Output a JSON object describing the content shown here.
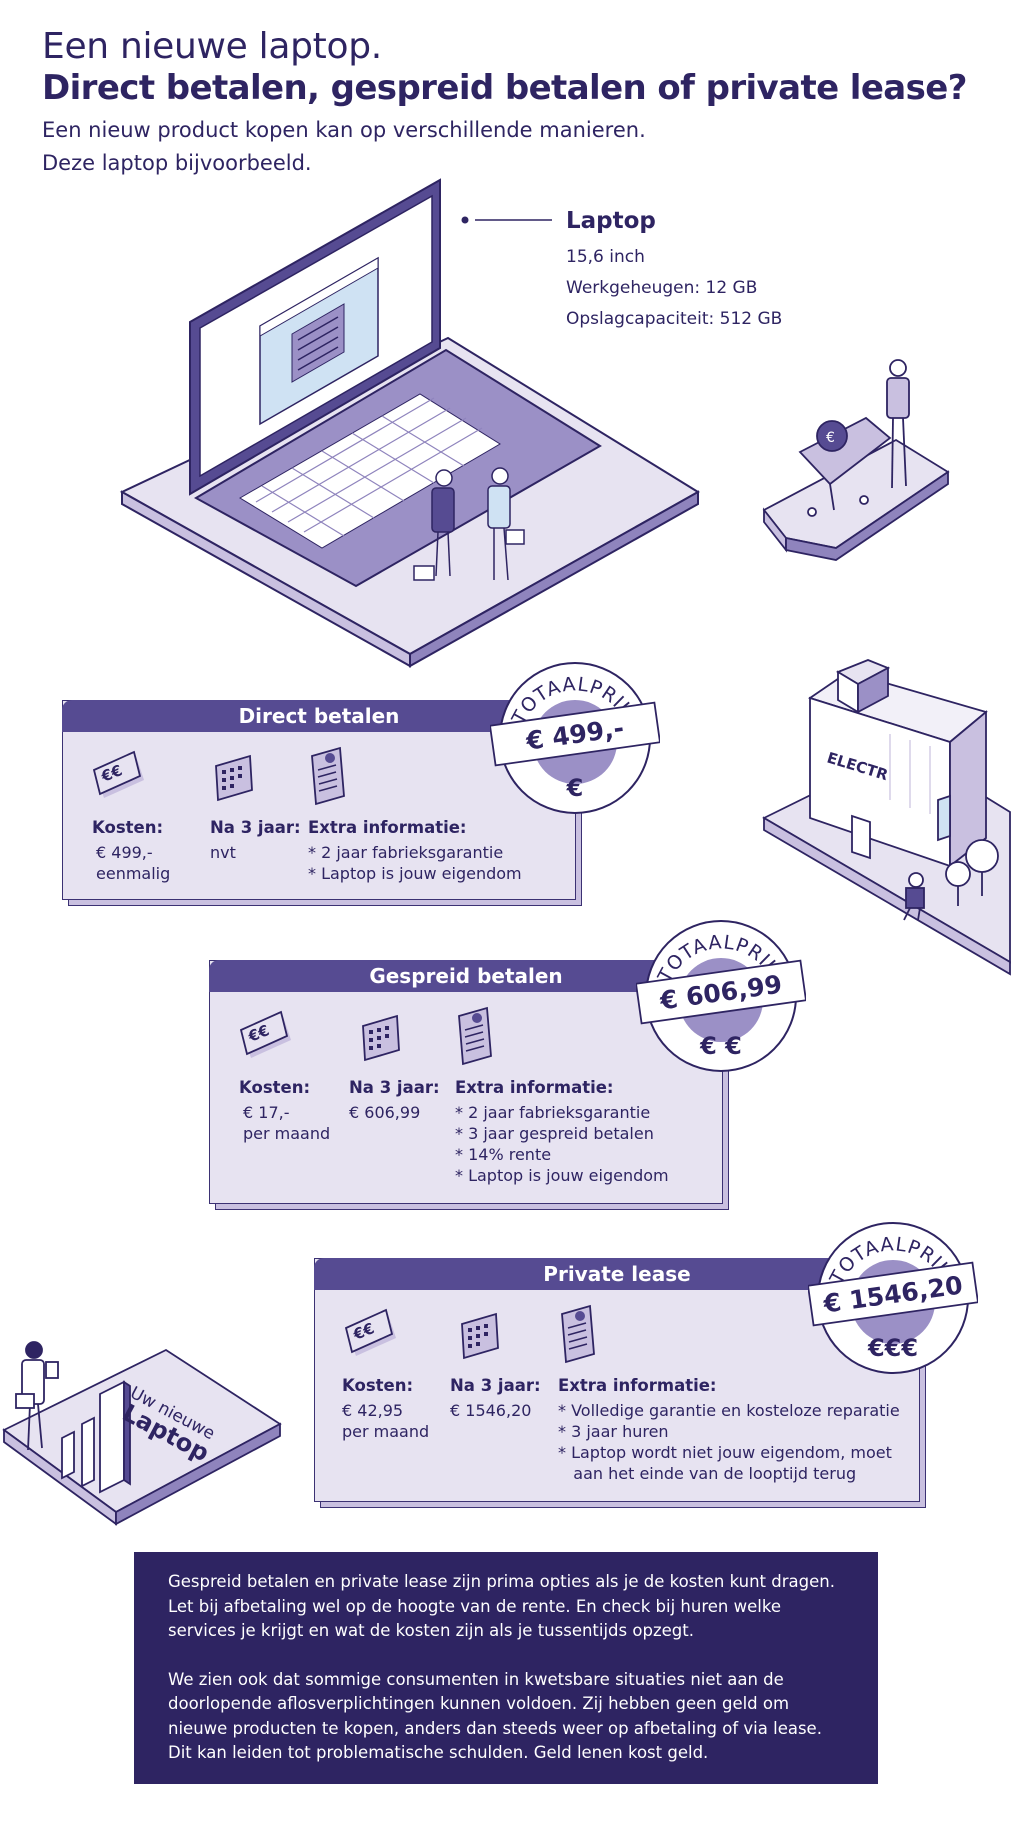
{
  "header": {
    "title_line1": "Een nieuwe laptop.",
    "title_line2": "Direct betalen, gespreid betalen of private lease?",
    "intro_line1": "Een nieuw product kopen kan op verschillende manieren.",
    "intro_line2": "Deze laptop bijvoorbeeld."
  },
  "laptop_specs": {
    "title": "Laptop",
    "lines": [
      "15,6 inch",
      "Werkgeheugen: 12 GB",
      "Opslagcapaciteit: 512 GB"
    ]
  },
  "store_sign": "ELECTR",
  "graph_label_line1": "Uw nieuwe",
  "graph_label_line2": "Laptop",
  "options": [
    {
      "title": "Direct betalen",
      "costs_label": "Kosten:",
      "costs_lines": [
        "€ 499,-",
        "eenmalig"
      ],
      "after3_label": "Na 3 jaar:",
      "after3_value": "nvt",
      "extra_label": "Extra informatie:",
      "extra_lines": [
        "* 2 jaar fabrieksgarantie",
        "* Laptop is jouw eigendom"
      ],
      "stamp_label": "TOTAALPRIJS",
      "stamp_price": "€ 499,-",
      "stamp_euros": "€"
    },
    {
      "title": "Gespreid betalen",
      "costs_label": "Kosten:",
      "costs_lines": [
        "€ 17,-",
        "per maand"
      ],
      "after3_label": "Na 3 jaar:",
      "after3_value": "€ 606,99",
      "extra_label": "Extra informatie:",
      "extra_lines": [
        "* 2 jaar fabrieksgarantie",
        "* 3 jaar gespreid betalen",
        "* 14% rente",
        "* Laptop is jouw eigendom"
      ],
      "stamp_label": "TOTAALPRIJS",
      "stamp_price": "€ 606,99",
      "stamp_euros": "€ €"
    },
    {
      "title": "Private lease",
      "costs_label": "Kosten:",
      "costs_lines": [
        "€ 42,95",
        "per maand"
      ],
      "after3_label": "Na 3 jaar:",
      "after3_value": "€ 1546,20",
      "extra_label": "Extra informatie:",
      "extra_lines": [
        "* Volledige garantie en kosteloze reparatie",
        "* 3 jaar huren",
        "* Laptop wordt niet jouw eigendom, moet",
        "   aan het einde van de looptijd terug"
      ],
      "stamp_label": "TOTAALPRIJS",
      "stamp_price": "€ 1546,20",
      "stamp_euros": "€€€"
    }
  ],
  "footer": {
    "paragraph1": "Gespreid betalen en private lease zijn prima opties als je de kosten kunt dragen. Let bij afbetaling wel op de hoogte van de rente. En check bij huren welke services je krijgt en wat de kosten zijn als je tussentijds opzegt.",
    "paragraph2": "We zien ook dat sommige consumenten in kwetsbare situaties niet aan de doorlopende aflosverplichtingen kunnen voldoen. Zij hebben geen geld om nieuwe producten te kopen, anders dan steeds weer op afbetaling of via lease. Dit kan leiden tot problematische schulden. Geld lenen kost geld."
  },
  "colors": {
    "navy": "#2e2462",
    "header_purple": "#564b92",
    "card_fill": "#e7e3f1",
    "light_purple": "#c9c0e0",
    "screen_blue": "#cfe2f3"
  }
}
